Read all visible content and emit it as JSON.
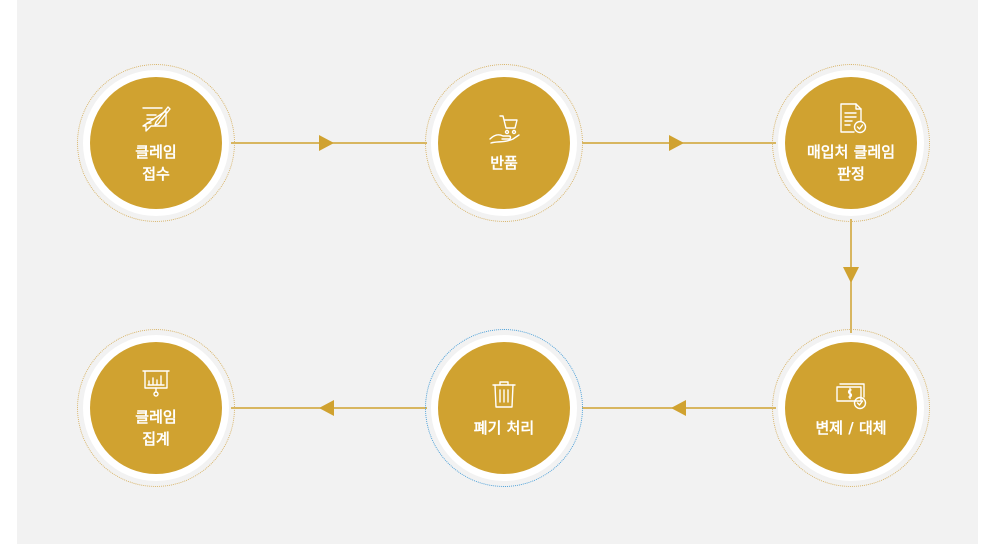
{
  "colors": {
    "background": "#f2f2f2",
    "node_fill": "#d0a230",
    "connector": "#d0a230",
    "ring_dotted": "#d8b468",
    "ring_dotted_highlight": "#4a9fd8"
  },
  "steps": [
    {
      "label": "클레임\n접수",
      "icon": "claim-write-icon"
    },
    {
      "label": "반품",
      "icon": "return-cart-hand-icon"
    },
    {
      "label": "매입처 클레임\n판정",
      "icon": "document-check-icon"
    },
    {
      "label": "변제 / 대체",
      "icon": "payment-bills-check-icon"
    },
    {
      "label": "폐기 처리",
      "icon": "trash-bin-icon"
    },
    {
      "label": "클레임\n집계",
      "icon": "presentation-chart-icon"
    }
  ]
}
